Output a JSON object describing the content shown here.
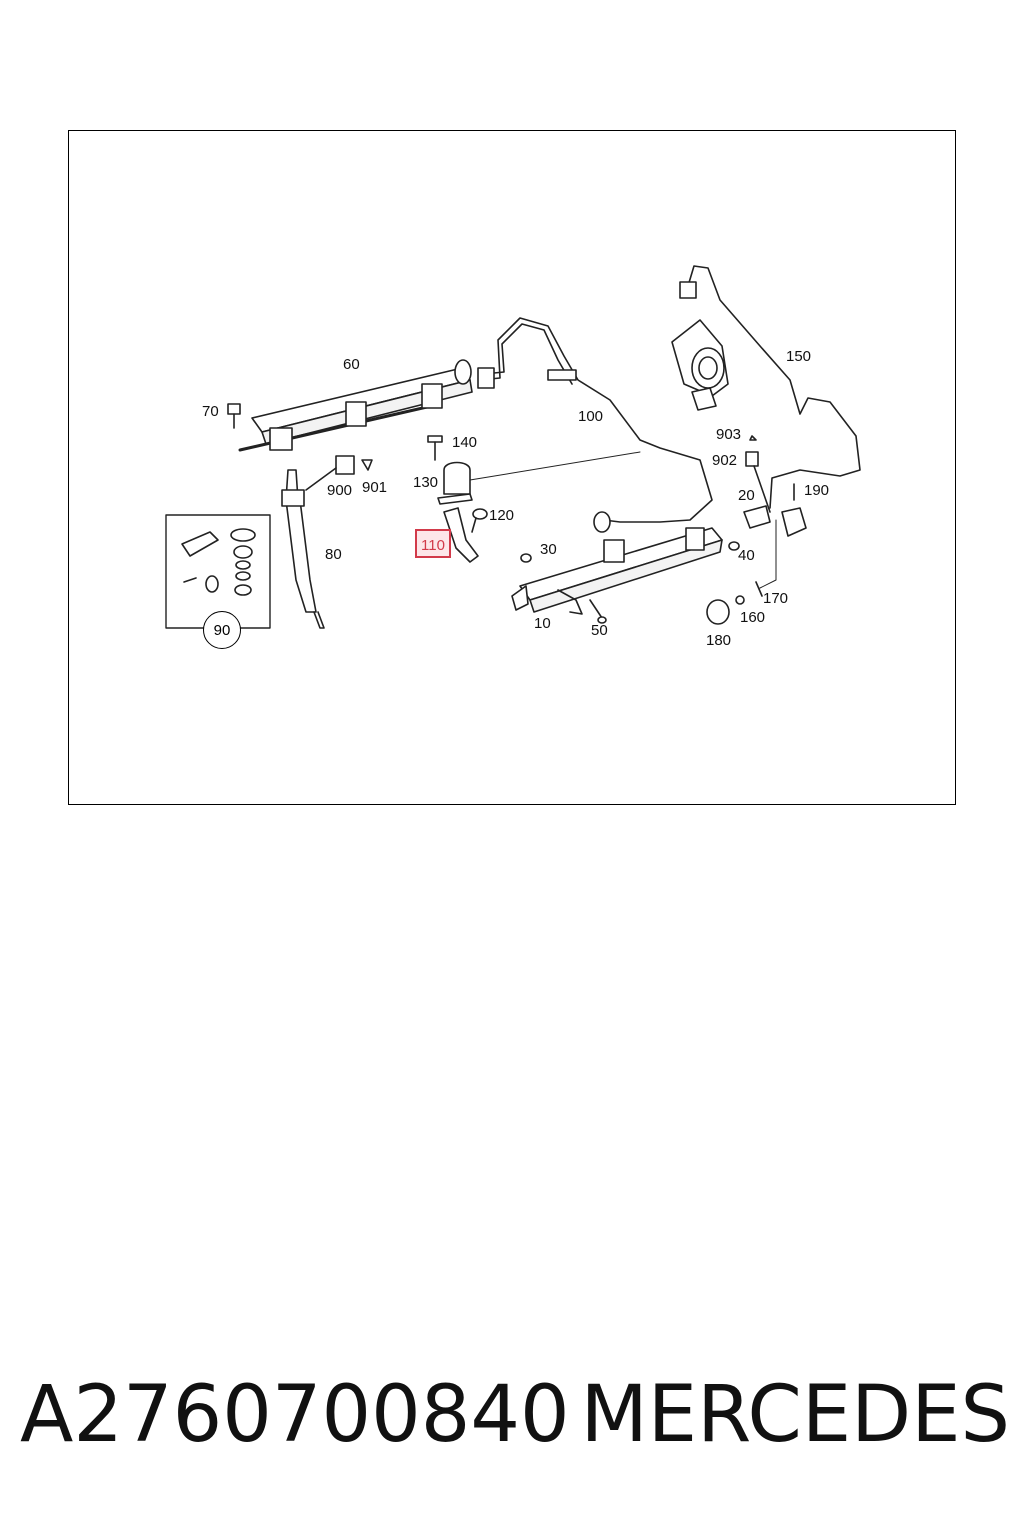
{
  "diagram": {
    "callouts": {
      "c10": "10",
      "c20": "20",
      "c30": "30",
      "c40": "40",
      "c50": "50",
      "c60": "60",
      "c70": "70",
      "c80": "80",
      "c90": "90",
      "c100": "100",
      "c110": "110",
      "c120": "120",
      "c130": "130",
      "c140": "140",
      "c150": "150",
      "c160": "160",
      "c170": "170",
      "c180": "180",
      "c190": "190",
      "c900": "900",
      "c901": "901",
      "c902": "902",
      "c903": "903"
    },
    "highlighted_callout": "110",
    "highlight_color": "#d23a4a"
  },
  "caption": {
    "part_number": "A2760700840",
    "brand": "MERCEDES"
  }
}
